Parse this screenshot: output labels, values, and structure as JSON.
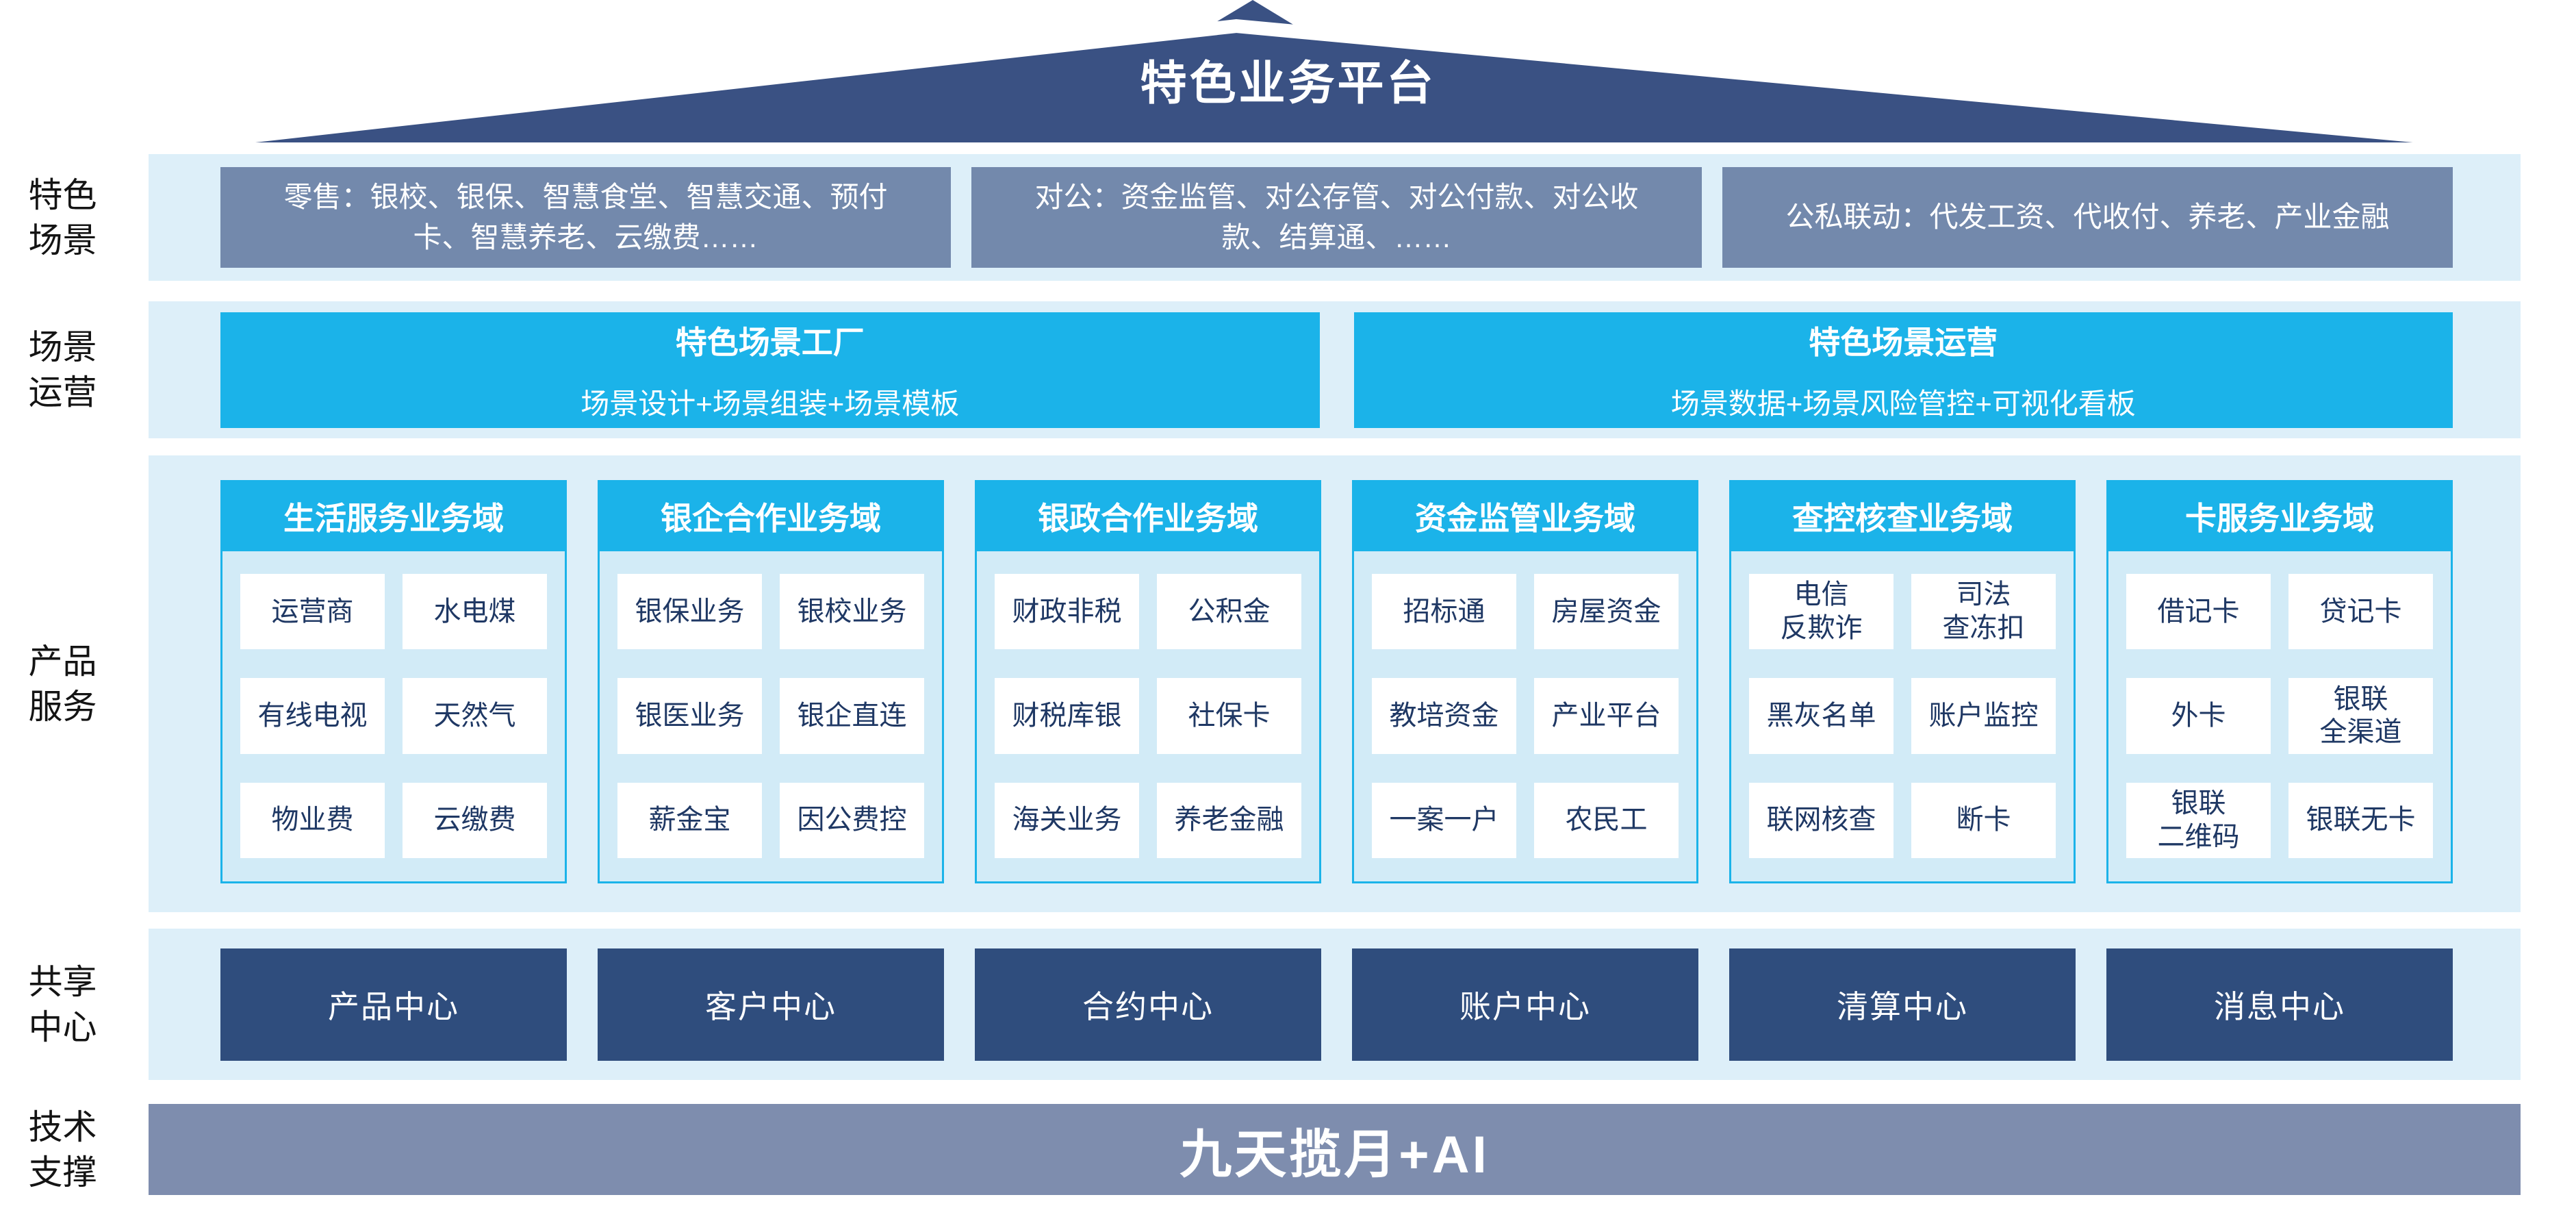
{
  "title": "特色业务平台",
  "labels": {
    "scenes": "特色\n场景",
    "operations": "场景\n运营",
    "products": "产品\n服务",
    "shared": "共享\n中心",
    "tech": "技术\n支撑"
  },
  "scenes": {
    "retail": "零售：银校、银保、智慧食堂、智慧交通、预付卡、智慧养老、云缴费……",
    "corporate": "对公：资金监管、对公存管、对公付款、对公收款、结算通、……",
    "linkage": "公私联动：代发工资、代收付、养老、产业金融"
  },
  "operations": [
    {
      "title": "特色场景工厂",
      "subtitle": "场景设计+场景组装+场景模板"
    },
    {
      "title": "特色场景运营",
      "subtitle": "场景数据+场景风险管控+可视化看板"
    }
  ],
  "domains": [
    {
      "title": "生活服务业务域",
      "items": [
        "运营商",
        "水电煤",
        "有线电视",
        "天然气",
        "物业费",
        "云缴费"
      ]
    },
    {
      "title": "银企合作业务域",
      "items": [
        "银保业务",
        "银校业务",
        "银医业务",
        "银企直连",
        "薪金宝",
        "因公费控"
      ]
    },
    {
      "title": "银政合作业务域",
      "items": [
        "财政非税",
        "公积金",
        "财税库银",
        "社保卡",
        "海关业务",
        "养老金融"
      ]
    },
    {
      "title": "资金监管业务域",
      "items": [
        "招标通",
        "房屋资金",
        "教培资金",
        "产业平台",
        "一案一户",
        "农民工"
      ]
    },
    {
      "title": "查控核查业务域",
      "items": [
        "电信\n反欺诈",
        "司法\n查冻扣",
        "黑灰名单",
        "账户监控",
        "联网核查",
        "断卡"
      ]
    },
    {
      "title": "卡服务业务域",
      "items": [
        "借记卡",
        "贷记卡",
        "外卡",
        "银联\n全渠道",
        "银联\n二维码",
        "银联无卡"
      ]
    }
  ],
  "centers": [
    "产品中心",
    "客户中心",
    "合约中心",
    "账户中心",
    "清算中心",
    "消息中心"
  ],
  "tech_platform": "九天揽月+AI",
  "colors": {
    "roof_navy": "#3A5183",
    "scene_box": "#7389AC",
    "row_bg": "#DDEFF9",
    "panel_bg": "#D2EBF7",
    "accent_cyan": "#1BB3E9",
    "center_navy": "#2F4D7D",
    "tech_bar": "#7E8DAE",
    "item_text": "#1F3864"
  }
}
